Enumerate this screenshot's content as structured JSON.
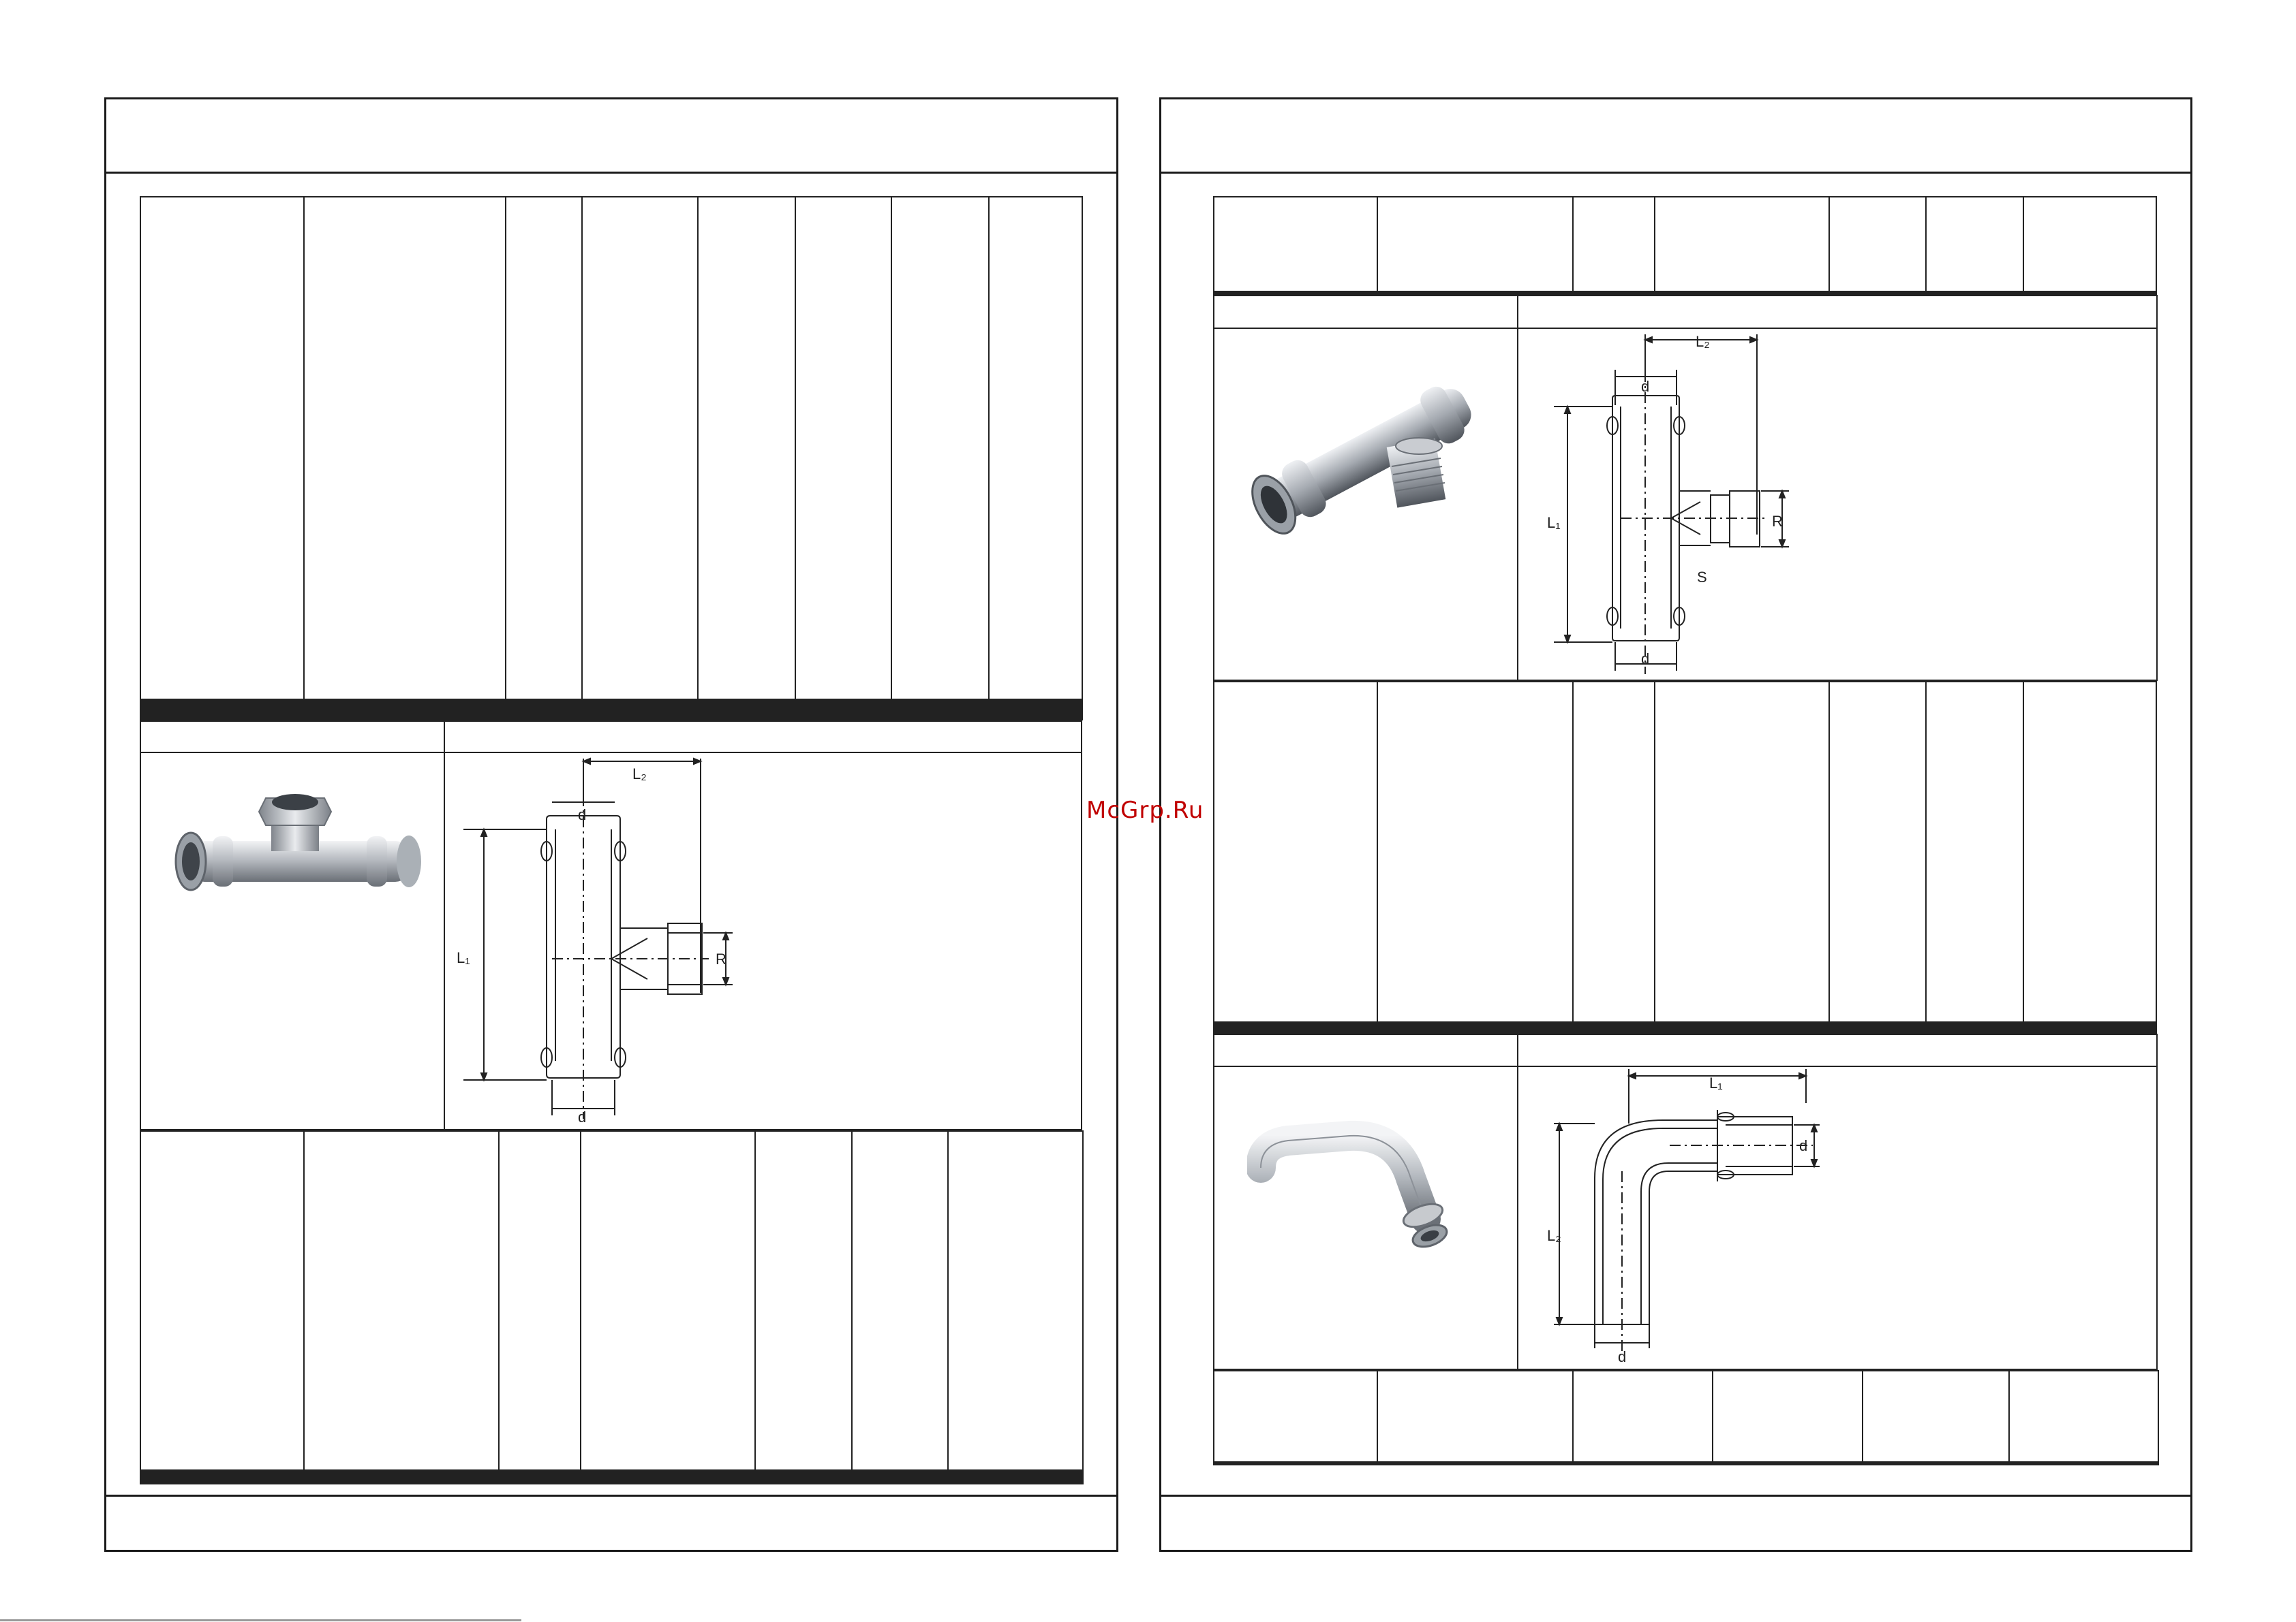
{
  "watermark": {
    "text": "McGrp.Ru"
  },
  "left_page": {
    "table_top": {
      "rows": 16,
      "cols": 8
    },
    "tee_female": {
      "labels": {
        "l2": "L₂",
        "d_top": "d",
        "l1": "L₁",
        "r": "R",
        "d_bottom": "d"
      },
      "icon": "tee-female-thread-fitting"
    },
    "table_bottom": {
      "rows": 11,
      "cols": 7
    }
  },
  "right_page": {
    "table_top": {
      "rows": 3,
      "cols": 7
    },
    "tee_male": {
      "labels": {
        "l2": "L₂",
        "d_top": "d",
        "l1": "L₁",
        "r": "R",
        "s": "S",
        "d_bottom": "d"
      },
      "icon": "tee-male-thread-fitting"
    },
    "table_mid": {
      "rows": 10,
      "cols": 7
    },
    "elbow": {
      "labels": {
        "l1": "L₁",
        "d_side": "d",
        "l2": "L₂",
        "d_bottom": "d"
      },
      "icon": "elbow-fitting"
    },
    "table_bottom": {
      "rows": 3,
      "cols": 6
    }
  },
  "colors": {
    "line": "#222222",
    "steel_light": "#e4e6e9",
    "steel_mid": "#a9adb3",
    "steel_dark": "#5f646b",
    "watermark": "#c00000"
  }
}
